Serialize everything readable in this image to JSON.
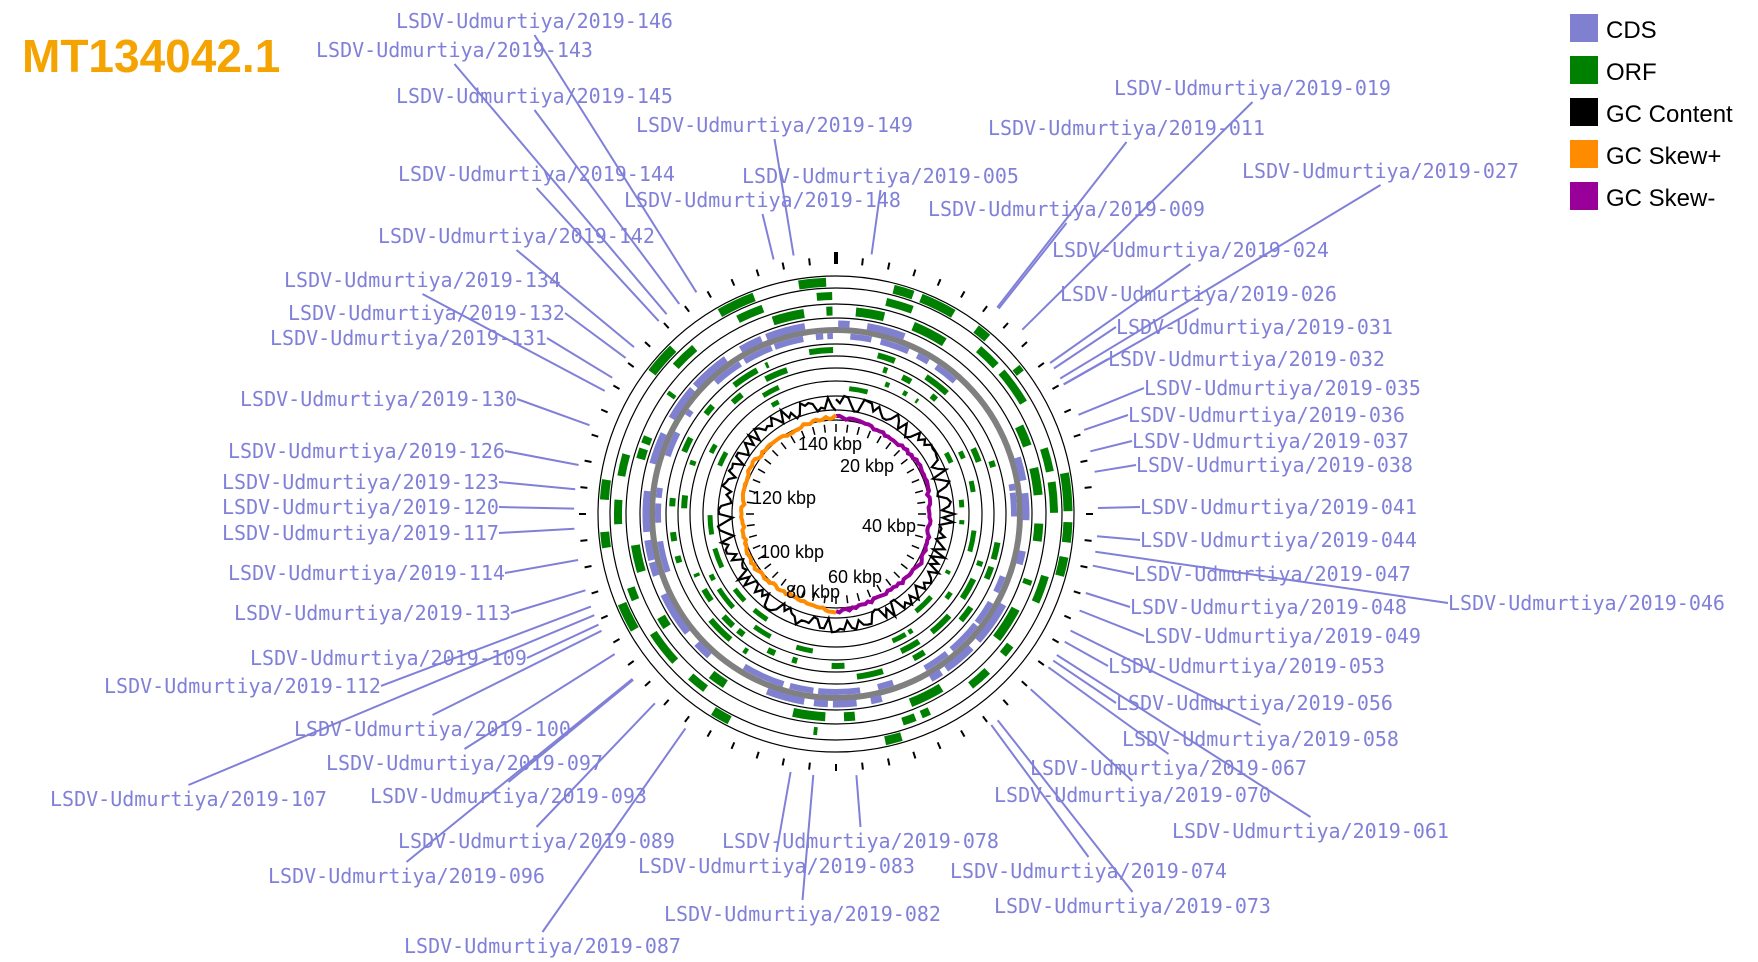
{
  "title": "MT134042.1",
  "colors": {
    "title": "#f5a300",
    "cds": "#8080d0",
    "orf": "#008000",
    "gc_content": "#000000",
    "gc_skew_plus": "#ff8c00",
    "gc_skew_minus": "#990099",
    "label": "#8080d8",
    "backbone": "#808080"
  },
  "legend": [
    {
      "label": "CDS",
      "color": "#8080d0"
    },
    {
      "label": "ORF",
      "color": "#008000"
    },
    {
      "label": "GC Content",
      "color": "#000000"
    },
    {
      "label": "GC Skew+",
      "color": "#ff8c00"
    },
    {
      "label": "GC Skew-",
      "color": "#990099"
    }
  ],
  "kbp_labels": [
    "20 kbp",
    "40 kbp",
    "60 kbp",
    "80 kbp",
    "100 kbp",
    "120 kbp",
    "140 kbp"
  ],
  "gene_labels": [
    "LSDV-Udmurtiya/2019-146",
    "LSDV-Udmurtiya/2019-143",
    "LSDV-Udmurtiya/2019-145",
    "LSDV-Udmurtiya/2019-149",
    "LSDV-Udmurtiya/2019-144",
    "LSDV-Udmurtiya/2019-005",
    "LSDV-Udmurtiya/2019-148",
    "LSDV-Udmurtiya/2019-142",
    "LSDV-Udmurtiya/2019-134",
    "LSDV-Udmurtiya/2019-132",
    "LSDV-Udmurtiya/2019-131",
    "LSDV-Udmurtiya/2019-130",
    "LSDV-Udmurtiya/2019-126",
    "LSDV-Udmurtiya/2019-123",
    "LSDV-Udmurtiya/2019-120",
    "LSDV-Udmurtiya/2019-117",
    "LSDV-Udmurtiya/2019-114",
    "LSDV-Udmurtiya/2019-113",
    "LSDV-Udmurtiya/2019-109",
    "LSDV-Udmurtiya/2019-112",
    "LSDV-Udmurtiya/2019-100",
    "LSDV-Udmurtiya/2019-097",
    "LSDV-Udmurtiya/2019-107",
    "LSDV-Udmurtiya/2019-093",
    "LSDV-Udmurtiya/2019-089",
    "LSDV-Udmurtiya/2019-096",
    "LSDV-Udmurtiya/2019-078",
    "LSDV-Udmurtiya/2019-083",
    "LSDV-Udmurtiya/2019-082",
    "LSDV-Udmurtiya/2019-087",
    "LSDV-Udmurtiya/2019-074",
    "LSDV-Udmurtiya/2019-073",
    "LSDV-Udmurtiya/2019-070",
    "LSDV-Udmurtiya/2019-067",
    "LSDV-Udmurtiya/2019-061",
    "LSDV-Udmurtiya/2019-058",
    "LSDV-Udmurtiya/2019-056",
    "LSDV-Udmurtiya/2019-053",
    "LSDV-Udmurtiya/2019-049",
    "LSDV-Udmurtiya/2019-048",
    "LSDV-Udmurtiya/2019-046",
    "LSDV-Udmurtiya/2019-047",
    "LSDV-Udmurtiya/2019-044",
    "LSDV-Udmurtiya/2019-041",
    "LSDV-Udmurtiya/2019-038",
    "LSDV-Udmurtiya/2019-037",
    "LSDV-Udmurtiya/2019-036",
    "LSDV-Udmurtiya/2019-035",
    "LSDV-Udmurtiya/2019-032",
    "LSDV-Udmurtiya/2019-031",
    "LSDV-Udmurtiya/2019-026",
    "LSDV-Udmurtiya/2019-024",
    "LSDV-Udmurtiya/2019-009",
    "LSDV-Udmurtiya/2019-027",
    "LSDV-Udmurtiya/2019-011",
    "LSDV-Udmurtiya/2019-019"
  ]
}
